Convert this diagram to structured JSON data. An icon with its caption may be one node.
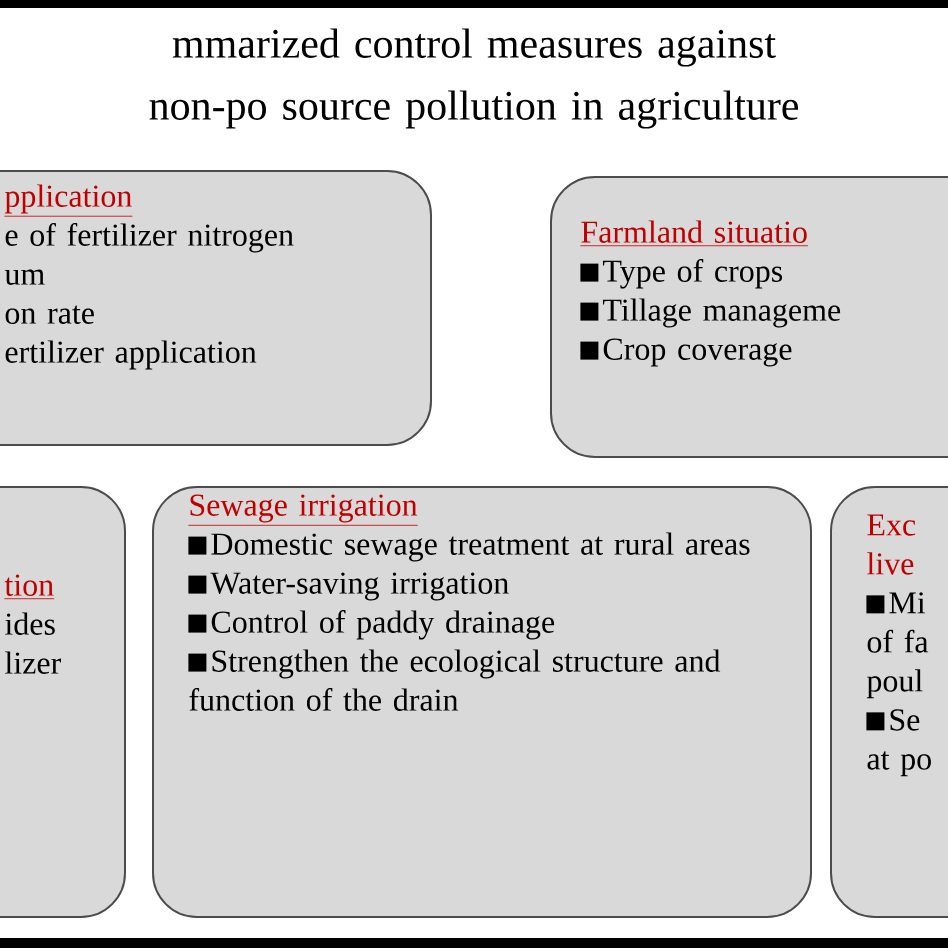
{
  "diagram": {
    "title": "mmarized control measures against non-po source pollution in agriculture",
    "nodes": [
      {
        "text": [
          "pplication",
          "e of fertilizer nitrogen",
          "um",
          "on rate",
          "ertilizer application"
        ]
      },
      {
        "text": [
          "Farmland situatio",
          "Type of crops",
          "Tillage manageme",
          "Crop coverage"
        ]
      },
      {
        "text": [
          "tion",
          "ides",
          "lizer"
        ]
      },
      {
        "text": [
          "Sewage irrigation",
          "Domestic sewage treatment at rural areas",
          "Water-saving irrigation",
          "Control of paddy drainage",
          "Strengthen the ecological structure and function of the drain"
        ]
      },
      {
        "text": [
          "Exc live",
          "Mi of fa poul",
          "Se at po"
        ]
      }
    ]
  }
}
